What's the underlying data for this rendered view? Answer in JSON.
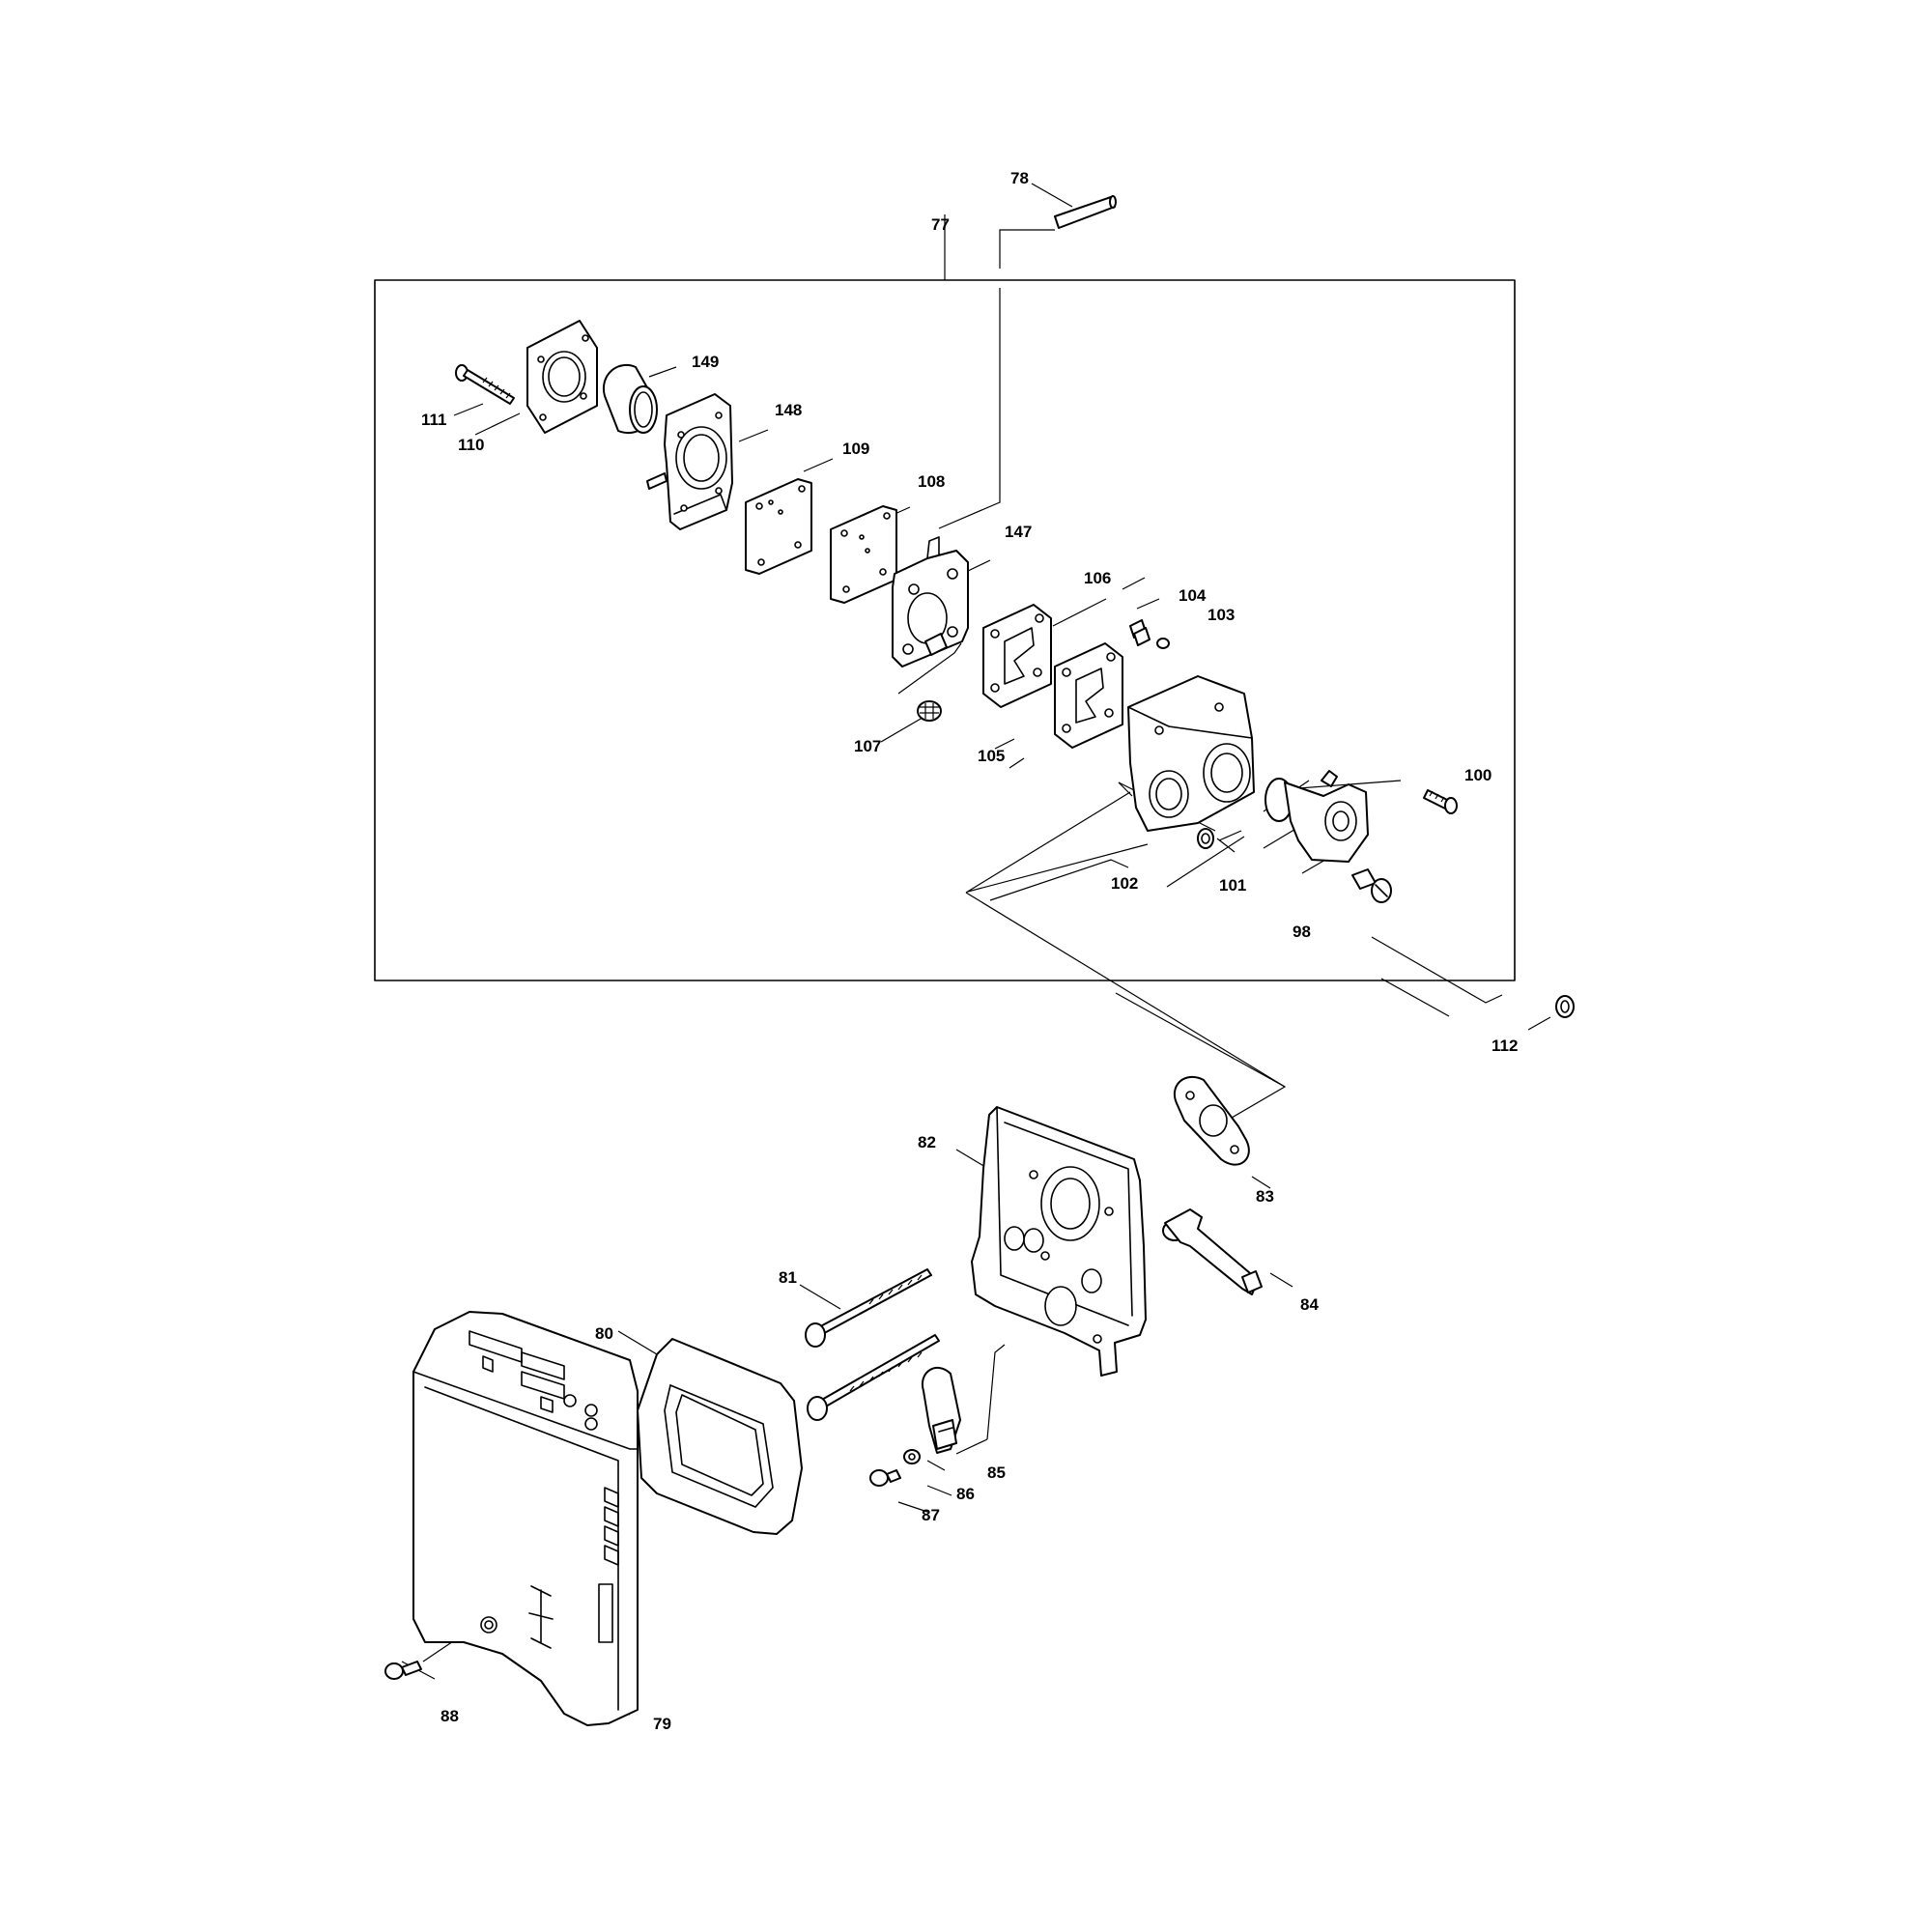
{
  "parts": {
    "p77": "77",
    "p78": "78",
    "p79": "79",
    "p80": "80",
    "p81": "81",
    "p82": "82",
    "p83": "83",
    "p84": "84",
    "p85": "85",
    "p86": "86",
    "p87": "87",
    "p88": "88",
    "p98": "98",
    "p100": "100",
    "p101": "101",
    "p102": "102",
    "p103": "103",
    "p104": "104",
    "p105": "105",
    "p106": "106",
    "p107": "107",
    "p108": "108",
    "p109": "109",
    "p110": "110",
    "p111": "111",
    "p112": "112",
    "p147": "147",
    "p148": "148",
    "p149": "149"
  }
}
